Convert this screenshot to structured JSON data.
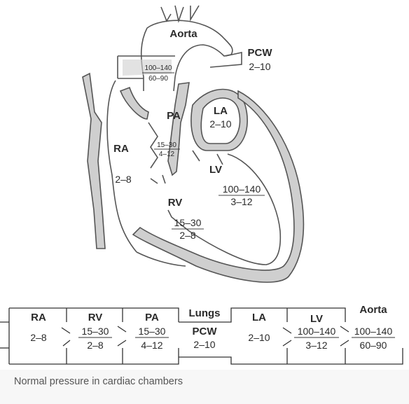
{
  "heart": {
    "aorta_label": "Aorta",
    "aorta_p1": "100–140",
    "aorta_p2": "60–90",
    "pcw_label": "PCW",
    "pcw_value": "2–10",
    "pa_label": "PA",
    "pa_p1": "15–30",
    "pa_p2": "4–12",
    "la_label": "LA",
    "la_value": "2–10",
    "ra_label": "RA",
    "ra_value": "2–8",
    "lv_label": "LV",
    "lv_p1": "100–140",
    "lv_p2": "3–12",
    "rv_label": "RV",
    "rv_p1": "15–30",
    "rv_p2": "2–8"
  },
  "flow": {
    "ra": {
      "label": "RA",
      "value": "2–8"
    },
    "rv": {
      "label": "RV",
      "p1": "15–30",
      "p2": "2–8"
    },
    "pa": {
      "label": "PA",
      "p1": "15–30",
      "p2": "4–12"
    },
    "lungs": {
      "label": "Lungs",
      "sub": "PCW",
      "value": "2–10"
    },
    "la": {
      "label": "LA",
      "value": "2–10"
    },
    "lv": {
      "label": "LV",
      "p1": "100–140",
      "p2": "3–12"
    },
    "aorta": {
      "label": "Aorta",
      "p1": "100–140",
      "p2": "60–90"
    }
  },
  "caption": "Normal pressure in cardiac chambers"
}
